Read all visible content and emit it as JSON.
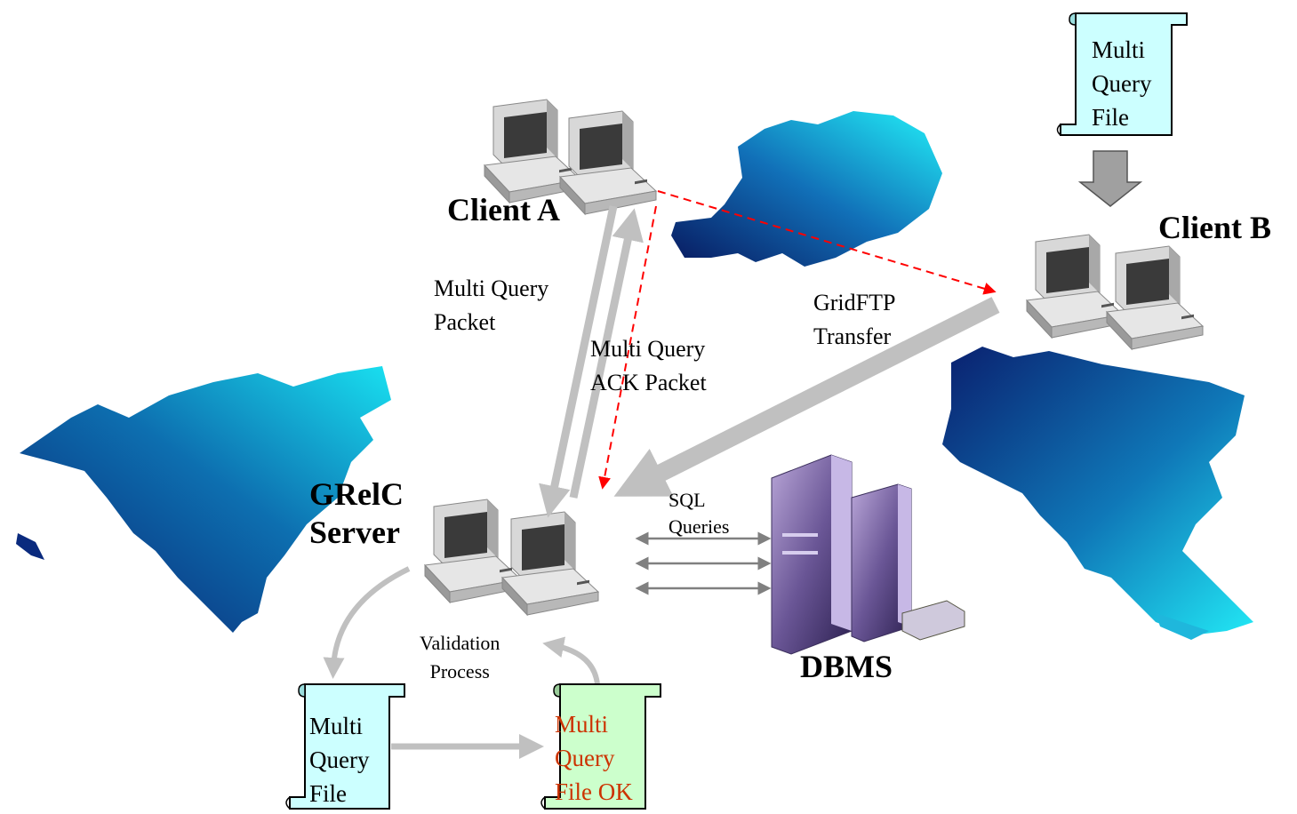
{
  "nodes": {
    "client_a": "Client A",
    "client_b": "Client B",
    "grelc_server": [
      "GRelC",
      "Server"
    ],
    "dbms": "DBMS"
  },
  "edges": {
    "multi_query_packet": [
      "Multi Query",
      "Packet"
    ],
    "multi_query_ack": [
      "Multi Query",
      "ACK Packet"
    ],
    "gridftp_transfer": [
      "GridFTP",
      "Transfer"
    ],
    "sql_queries": [
      "SQL",
      "Queries"
    ],
    "validation_process": [
      "Validation",
      "Process"
    ]
  },
  "documents": {
    "top_file": [
      "Multi",
      "Query",
      "File"
    ],
    "server_file": [
      "Multi",
      "Query",
      "File"
    ],
    "validated_file": [
      "Multi",
      "Query",
      "File OK"
    ]
  },
  "colors": {
    "scroll_cyan": "#ccffff",
    "scroll_green": "#ccffcc",
    "ok_text": "#cc3300",
    "arrow_gray": "#c0c0c0",
    "dashed_red": "#ff0000",
    "continent_dark": "#0a1f6e",
    "continent_light": "#19e0f0"
  }
}
